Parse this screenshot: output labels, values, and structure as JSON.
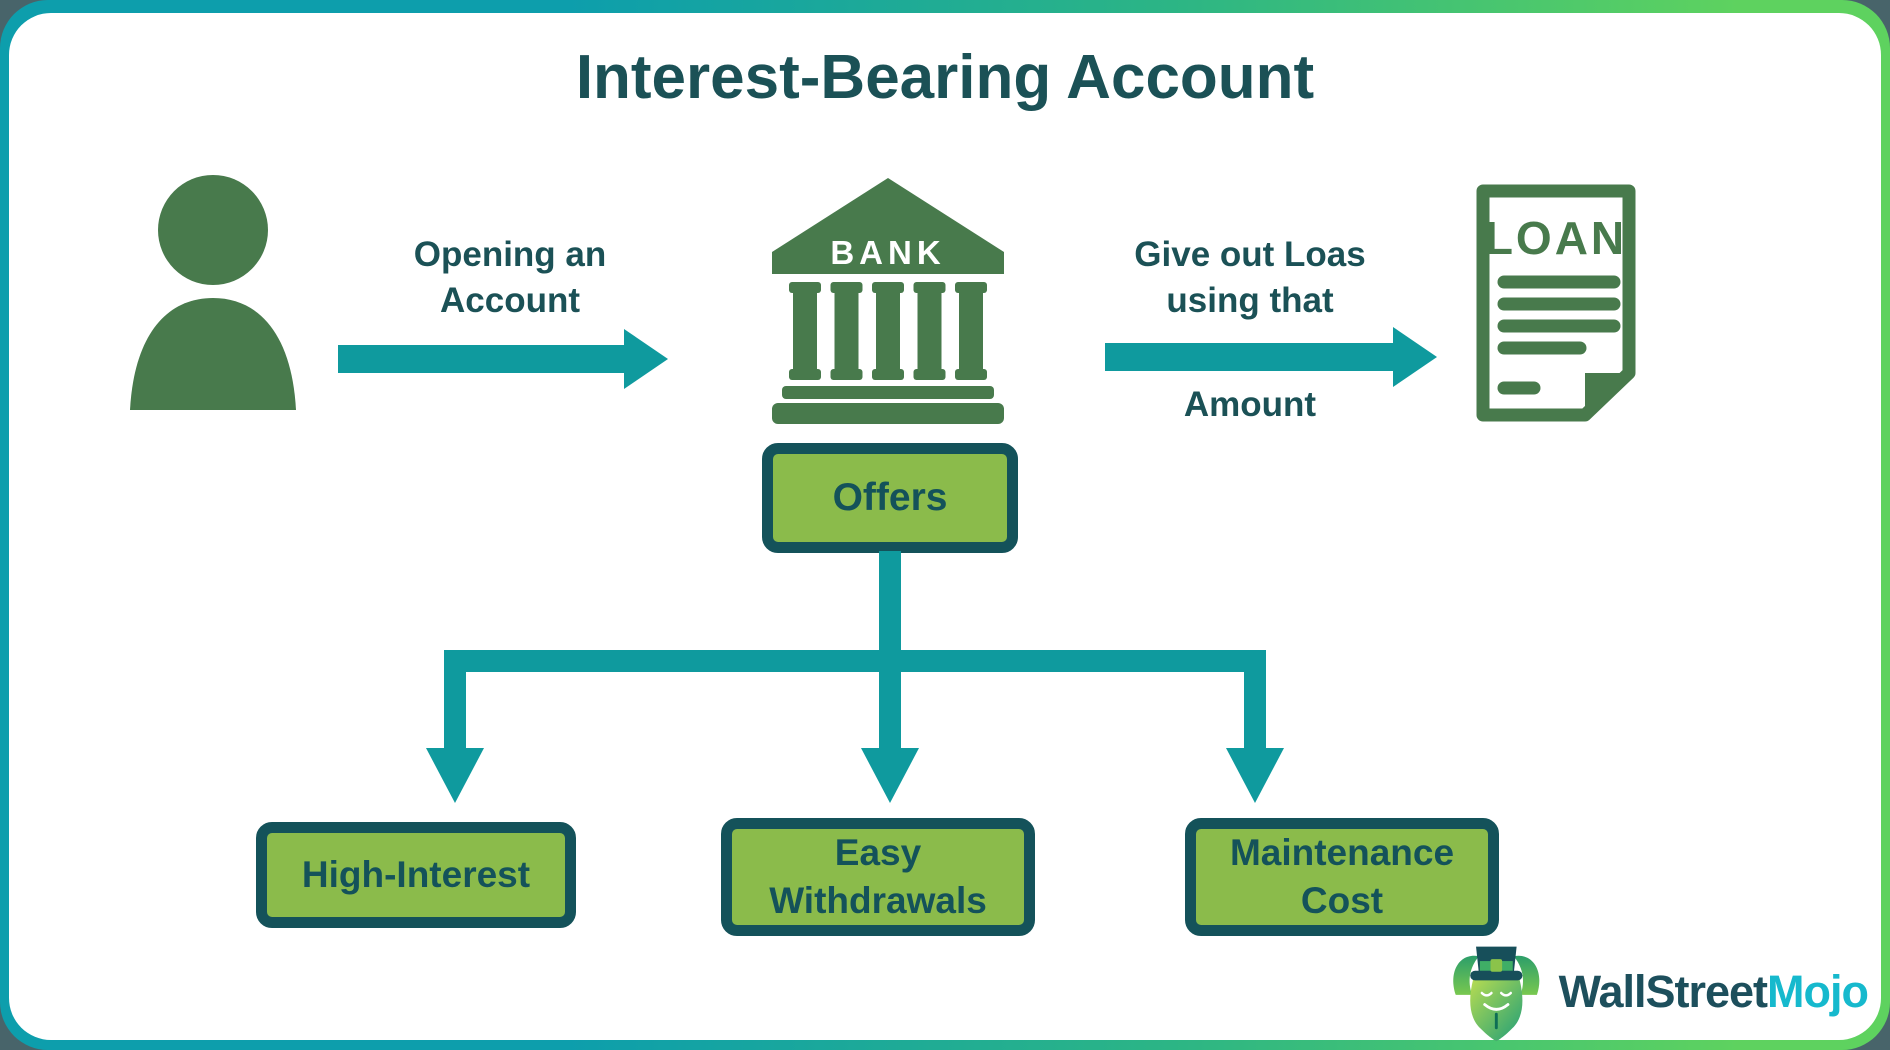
{
  "page": {
    "title": "Interest-Bearing Account"
  },
  "flow": {
    "arrow1": {
      "line1": "Opening an",
      "line2": "Account"
    },
    "bank": {
      "label": "BANK"
    },
    "arrow2": {
      "line1": "Give out Loas",
      "line2": "using that",
      "line3": "Amount"
    },
    "loan": {
      "label": "LOAN"
    },
    "offers": {
      "label": "Offers"
    },
    "outcomes": [
      {
        "label": "High-Interest"
      },
      {
        "label": "Easy Withdrawals"
      },
      {
        "label": "Maintenance Cost"
      }
    ]
  },
  "branding": {
    "name_primary": "WallStreet",
    "name_secondary": "Mojo"
  },
  "icons": {
    "person": "person-icon",
    "bank": "bank-building-icon",
    "loan": "loan-document-icon",
    "bull": "wallstreetmojo-bull-icon"
  },
  "colors": {
    "ink": "#1b5156",
    "icon-green": "#487a4c",
    "box-fill": "#8bbb4b",
    "box-border": "#14525a",
    "arrow-teal": "#0f9a9e",
    "frame-teal": "#0d9eac",
    "frame-green": "#5ed25f",
    "brand-dark": "#1d4f5c",
    "brand-cyan": "#16b9cd",
    "bank-text": "#ffffff"
  }
}
